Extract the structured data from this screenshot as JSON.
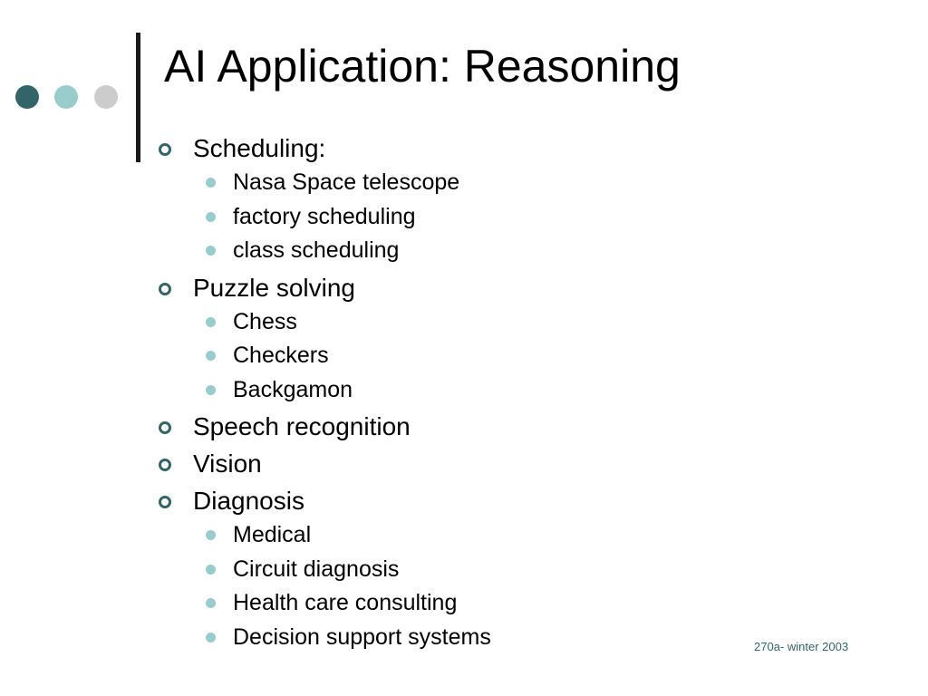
{
  "slide": {
    "title": "AI Application: Reasoning",
    "footer": "270a- winter 2003",
    "colors": {
      "accent_dark": "#336468",
      "accent_light": "#99cccc",
      "accent_gray": "#cccccc"
    },
    "bullets": [
      {
        "text": "Scheduling:",
        "children": [
          "Nasa Space telescope",
          "factory scheduling",
          "class scheduling"
        ]
      },
      {
        "text": "Puzzle solving",
        "children": [
          "Chess",
          "Checkers",
          "Backgamon"
        ]
      },
      {
        "text": "Speech recognition",
        "children": []
      },
      {
        "text": "Vision",
        "children": []
      },
      {
        "text": "Diagnosis",
        "children": [
          "Medical",
          "Circuit diagnosis",
          "Health care consulting",
          "Decision support systems"
        ]
      }
    ]
  }
}
